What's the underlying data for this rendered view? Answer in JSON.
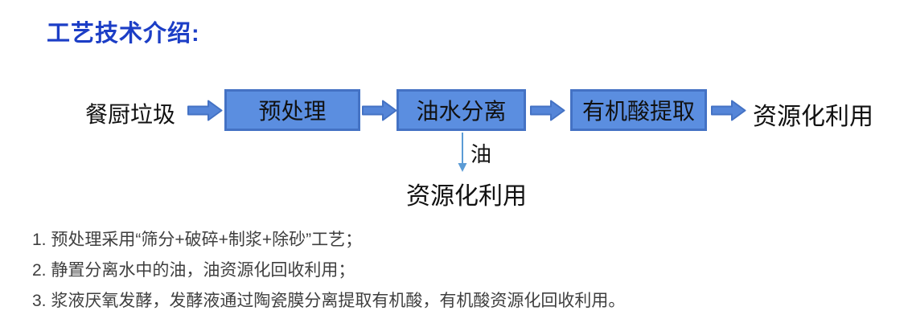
{
  "title": "工艺技术介绍:",
  "colors": {
    "title_blue": "#1c3ec6",
    "box_fill": "#5b8ee0",
    "box_border": "#4472c4",
    "block_arrow_fill": "#5585d8",
    "block_arrow_border": "#4472c4",
    "branch_arrow": "#5b9bd5",
    "note_text": "#3f3f3f"
  },
  "flow": {
    "source_label": "餐厨垃圾",
    "boxes": [
      {
        "label": "预处理"
      },
      {
        "label": "油水分离"
      },
      {
        "label": "有机酸提取"
      }
    ],
    "end_label": "资源化利用",
    "branch": {
      "arrow_label": "油",
      "target_label": "资源化利用"
    }
  },
  "notes": [
    "1. 预处理采用“筛分+破碎+制浆+除砂”工艺；",
    "2. 静置分离水中的油，油资源化回收利用；",
    "3. 浆液厌氧发酵，发酵液通过陶瓷膜分离提取有机酸，有机酸资源化回收利用。"
  ]
}
